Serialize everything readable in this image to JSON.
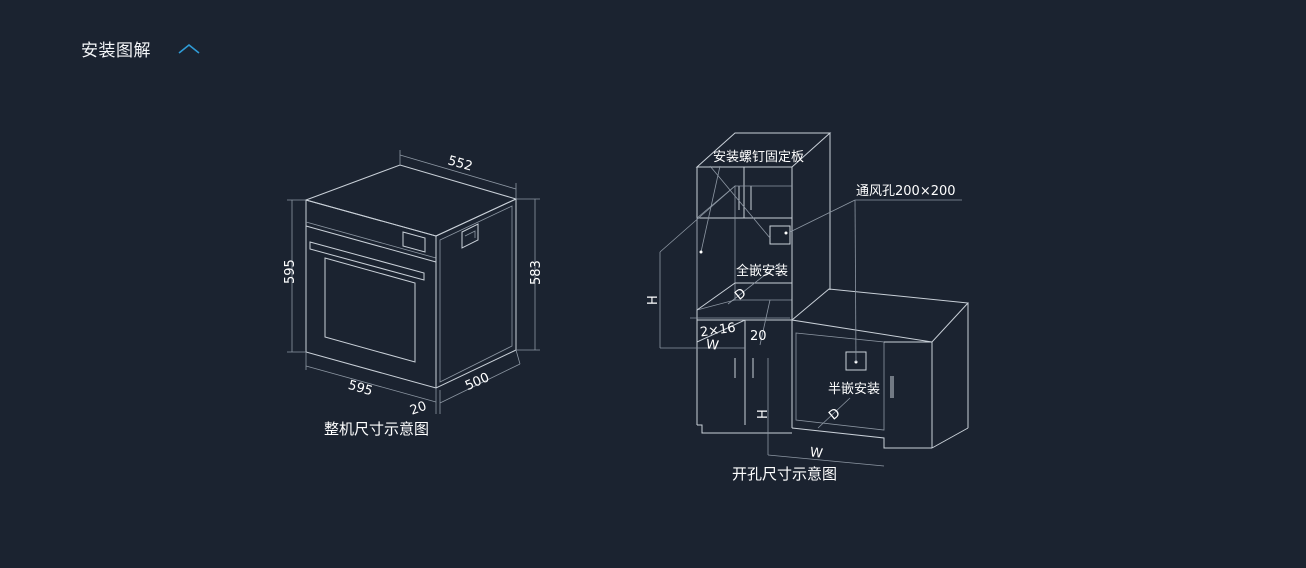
{
  "header": {
    "title": "安装图解",
    "toggle_icon": "chevron-up-icon",
    "accent": "#2f9bd6"
  },
  "oven_diagram": {
    "caption": "整机尺寸示意图",
    "dims": {
      "top_depth": "552",
      "left_height": "595",
      "right_height": "583",
      "front_width": "595",
      "side_depth": "500",
      "door_thickness": "20"
    }
  },
  "cabinet_diagram": {
    "caption": "开孔尺寸示意图",
    "labels": {
      "mount_plate": "安装螺钉固定板",
      "vent": "通风孔200×200",
      "full_embed": "全嵌安装",
      "half_embed": "半嵌安装",
      "slot": "2×16",
      "gap": "20",
      "h1": "H",
      "d1": "D",
      "w1": "W",
      "h2": "H",
      "d2": "D",
      "w2": "W"
    }
  },
  "colors": {
    "background": "#1b2330",
    "line": "#c9d0d8",
    "text": "#ffffff"
  }
}
